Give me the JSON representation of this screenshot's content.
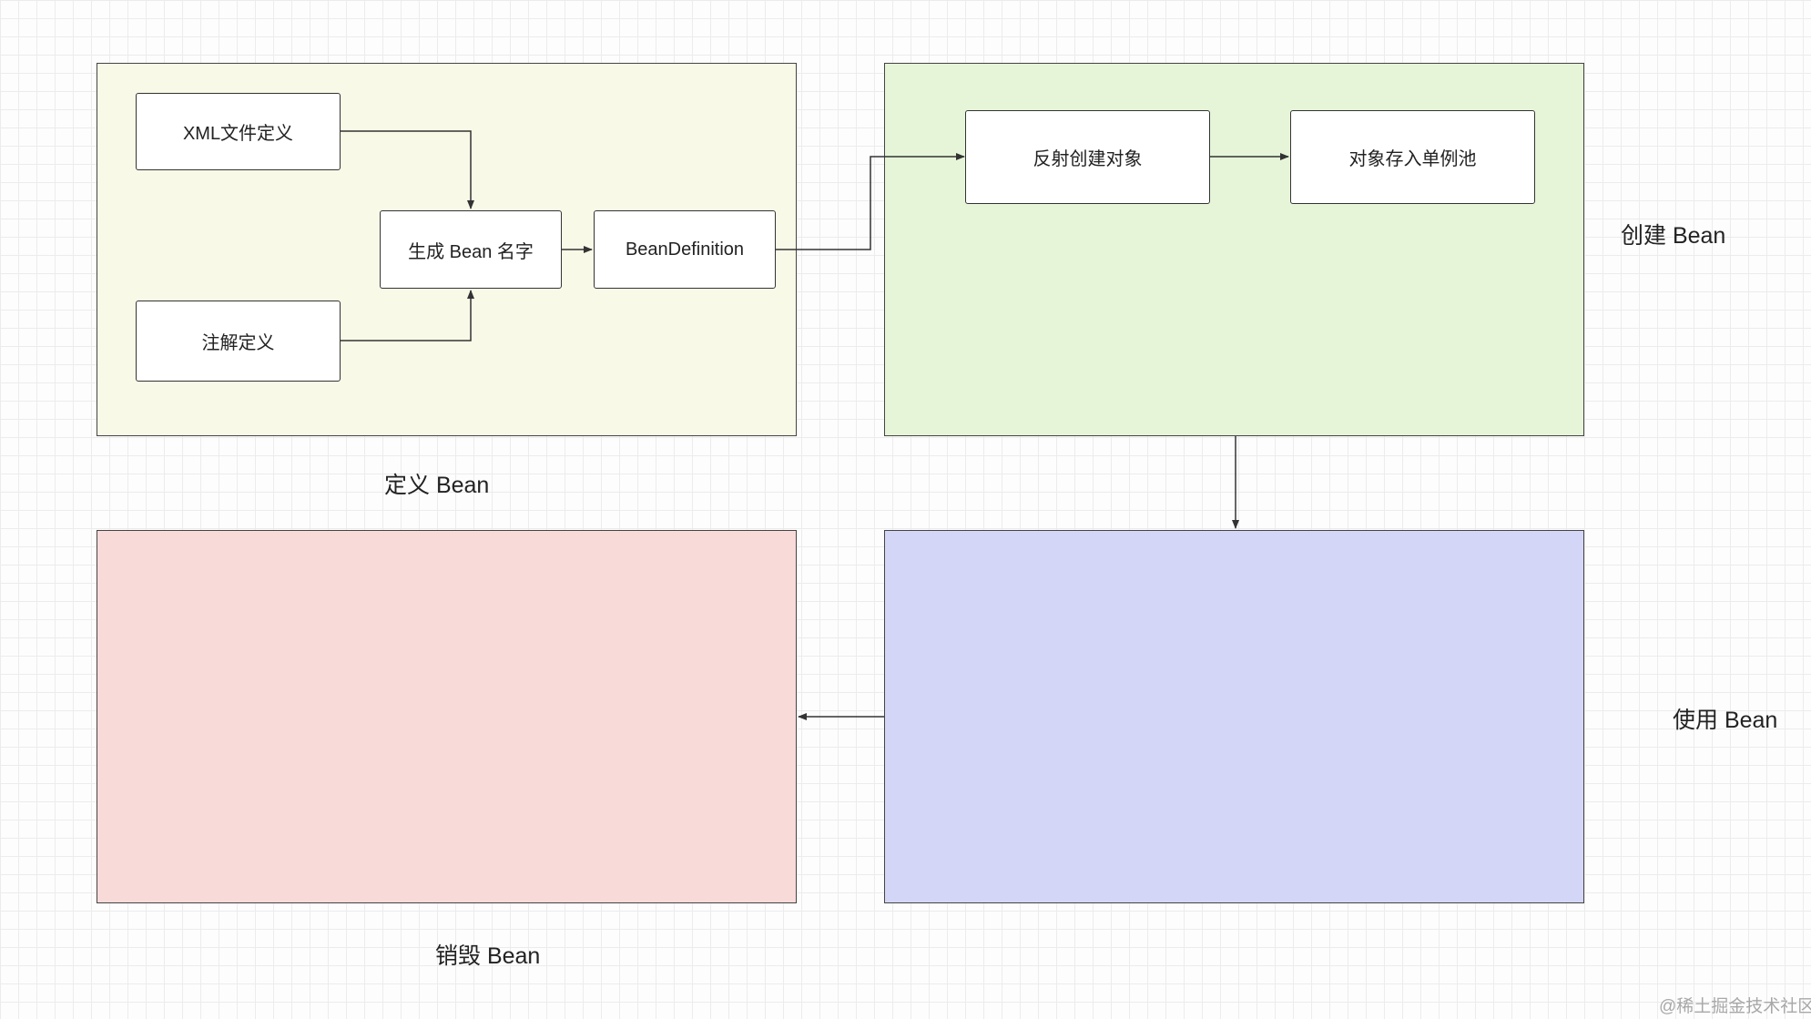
{
  "regions": {
    "define": {
      "label": "定义 Bean",
      "color": "#f9f9e8"
    },
    "create": {
      "label": "创建 Bean",
      "color": "#e6f5d8"
    },
    "use": {
      "label": "使用 Bean",
      "color": "#d4d6f7"
    },
    "destroy": {
      "label": "销毁 Bean",
      "color": "#f8dad9"
    }
  },
  "nodes": {
    "xml": "XML文件定义",
    "annotation": "注解定义",
    "gen_name": "生成 Bean 名字",
    "bean_definition": "BeanDefinition",
    "reflect": "反射创建对象",
    "singleton": "对象存入单例池"
  },
  "watermark": "@稀土掘金技术社区"
}
